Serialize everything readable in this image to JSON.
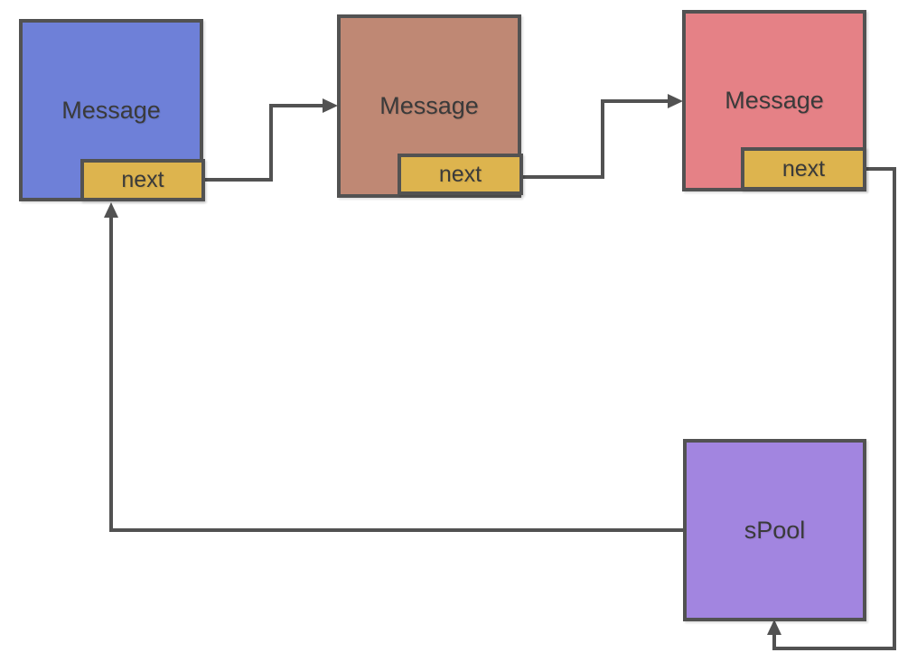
{
  "diagram": {
    "background_color": "#ffffff",
    "stroke_color": "#525252",
    "text_color": "#3a3a3a",
    "nodes": [
      {
        "id": "message-1",
        "label": "Message",
        "fill": "#6e80d8",
        "pointer_label": "next",
        "pointer_fill": "#ddb44e"
      },
      {
        "id": "message-2",
        "label": "Message",
        "fill": "#bf8874",
        "pointer_label": "next",
        "pointer_fill": "#ddb44e"
      },
      {
        "id": "message-3",
        "label": "Message",
        "fill": "#e58186",
        "pointer_label": "next",
        "pointer_fill": "#ddb44e"
      },
      {
        "id": "spool",
        "label": "sPool",
        "fill": "#a285e0"
      }
    ],
    "edges": [
      {
        "from": "message-1.next",
        "to": "message-2",
        "arrow": "into left side of message-2"
      },
      {
        "from": "message-2.next",
        "to": "message-3",
        "arrow": "into left side of message-3"
      },
      {
        "from": "message-3.next",
        "to": "spool",
        "arrow": "into bottom of spool"
      },
      {
        "from": "spool",
        "to": "message-1.next",
        "arrow": "into bottom of message-1 next tab"
      }
    ]
  }
}
